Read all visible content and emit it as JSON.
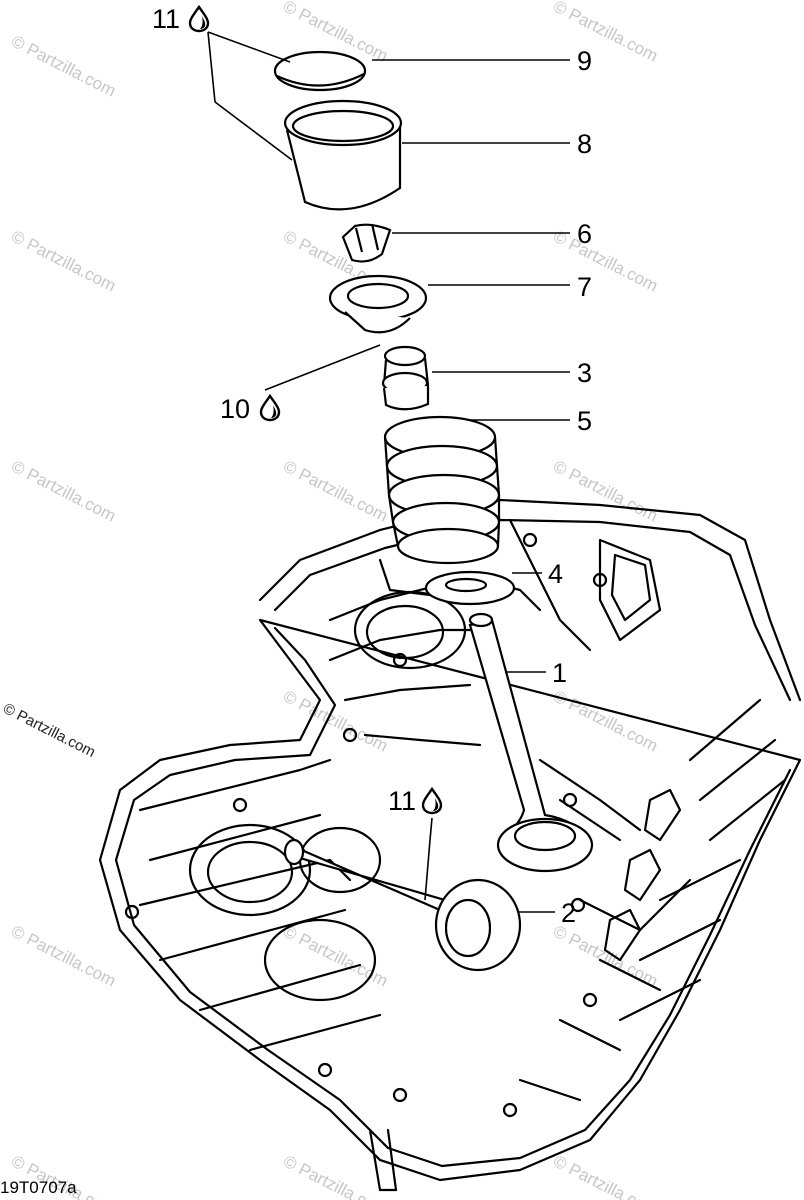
{
  "callouts": {
    "c1": "1",
    "c2": "2",
    "c3": "3",
    "c4": "4",
    "c5": "5",
    "c6": "6",
    "c7": "7",
    "c8": "8",
    "c9": "9",
    "c10": "10",
    "c11_top": "11",
    "c11_mid": "11"
  },
  "part_number": "19T0707a",
  "credit": "© Partzilla.com",
  "watermark": "© Partzilla.com",
  "colors": {
    "line": "#000000",
    "watermark": "#b4b4b4"
  },
  "icons": {
    "oil_drop": "oil-drop-icon"
  }
}
